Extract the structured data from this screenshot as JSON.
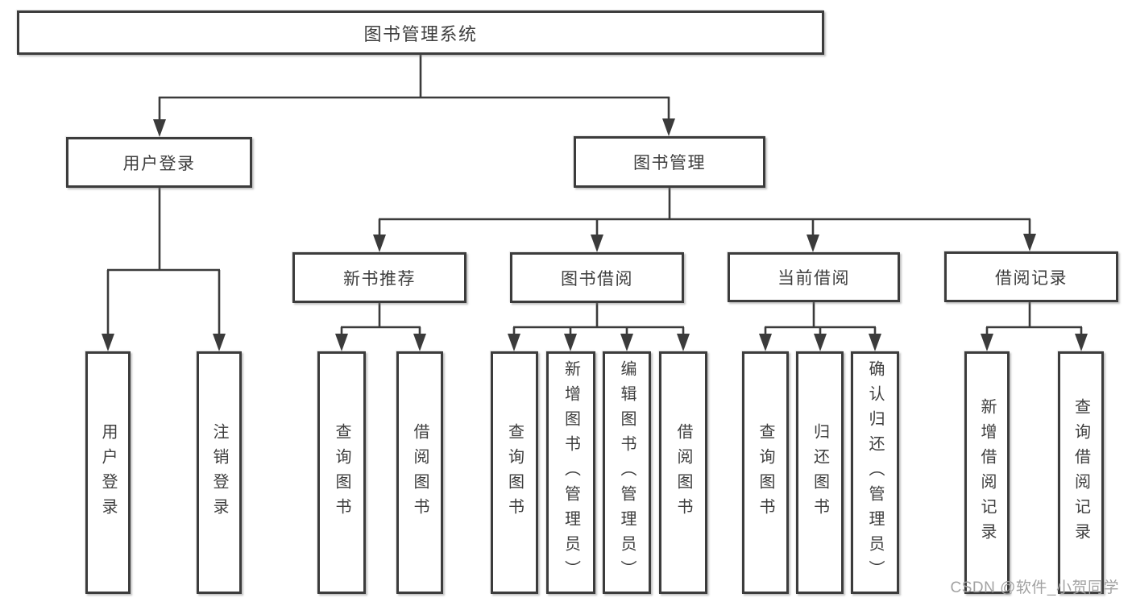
{
  "tree": {
    "root": {
      "label": "图书管理系统"
    },
    "children": [
      {
        "label": "用户登录",
        "children": [
          {
            "label": "用户登录"
          },
          {
            "label": "注销登录"
          }
        ]
      },
      {
        "label": "图书管理",
        "children": [
          {
            "label": "新书推荐",
            "children": [
              {
                "label": "查询图书"
              },
              {
                "label": "借阅图书"
              }
            ]
          },
          {
            "label": "图书借阅",
            "children": [
              {
                "label": "查询图书"
              },
              {
                "label": "新增图书（管理员）"
              },
              {
                "label": "编辑图书（管理员）"
              },
              {
                "label": "借阅图书"
              }
            ]
          },
          {
            "label": "当前借阅",
            "children": [
              {
                "label": "查询图书"
              },
              {
                "label": "归还图书"
              },
              {
                "label": "确认归还（管理员）"
              }
            ]
          },
          {
            "label": "借阅记录",
            "children": [
              {
                "label": "新增借阅记录"
              },
              {
                "label": "查询借阅记录"
              }
            ]
          }
        ]
      }
    ]
  },
  "watermark": {
    "text": "CSDN @软件_小贺同学"
  },
  "colors": {
    "line": "#3b3b3b",
    "box_border": "#3c3c3c",
    "text": "#3e3e3e",
    "watermark": "#a2a2a2",
    "background": "#ffffff"
  }
}
